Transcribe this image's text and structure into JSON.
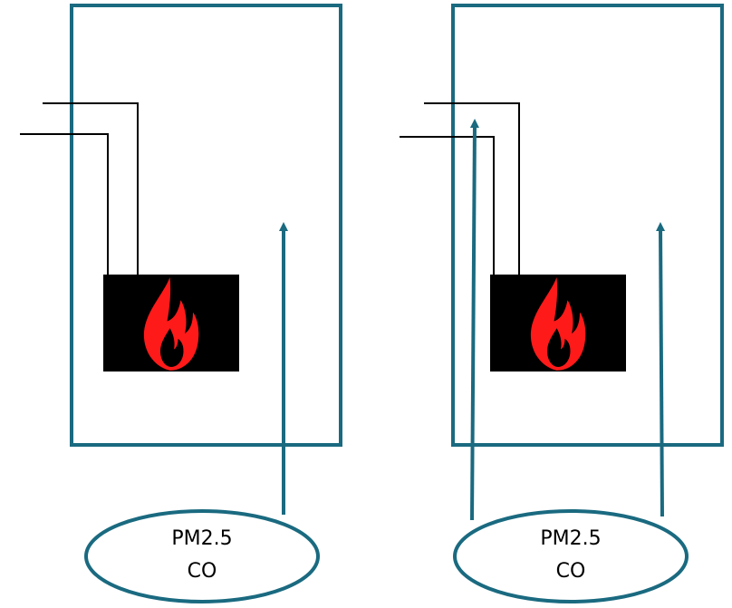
{
  "colors": {
    "frame": "#1a6a80",
    "arrow": "#1a6a80",
    "wire": "#000000",
    "stove": "#000000",
    "flame": "#ff1a1a"
  },
  "panels": [
    {
      "sensor": {
        "line1": "PM2.5",
        "line2": "CO"
      },
      "icons": [
        "chamber-frame",
        "stove-box",
        "flame-icon",
        "sensor-ellipse"
      ]
    },
    {
      "sensor": {
        "line1": "PM2.5",
        "line2": "CO"
      },
      "icons": [
        "chamber-frame",
        "stove-box",
        "flame-icon",
        "sensor-ellipse"
      ]
    }
  ]
}
